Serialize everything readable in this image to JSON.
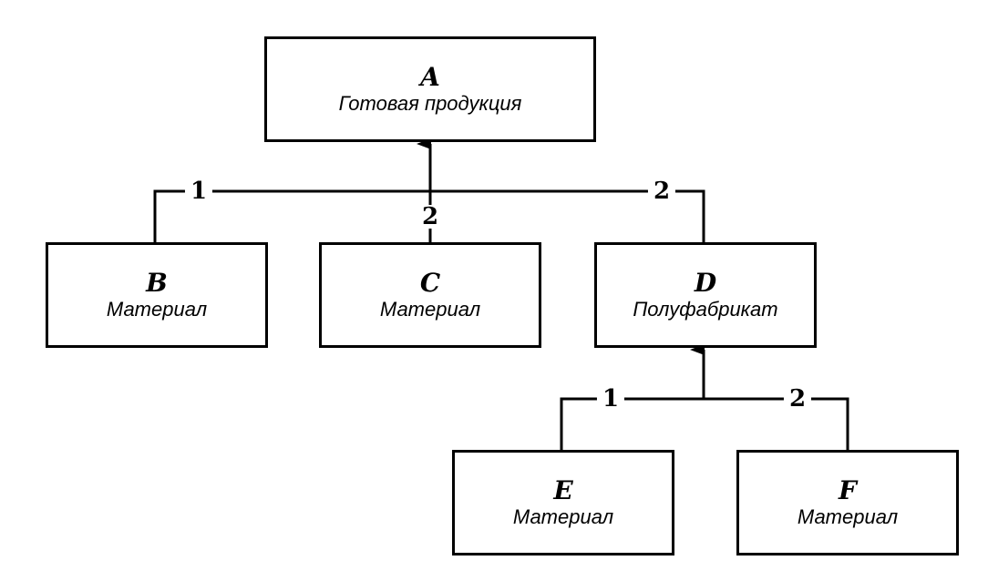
{
  "nodes": {
    "a": {
      "id": "A",
      "label": "Готовая продукция"
    },
    "b": {
      "id": "B",
      "label": "Материал"
    },
    "c": {
      "id": "C",
      "label": "Материал"
    },
    "d": {
      "id": "D",
      "label": "Полуфабрикат"
    },
    "e": {
      "id": "E",
      "label": "Материал"
    },
    "f": {
      "id": "F",
      "label": "Материал"
    }
  },
  "edges": {
    "ab": {
      "from": "B",
      "to": "A",
      "quantity": "1"
    },
    "ac": {
      "from": "C",
      "to": "A",
      "quantity": "2"
    },
    "ad": {
      "from": "D",
      "to": "A",
      "quantity": "2"
    },
    "de": {
      "from": "E",
      "to": "D",
      "quantity": "1"
    },
    "df": {
      "from": "F",
      "to": "D",
      "quantity": "2"
    }
  },
  "colors": {
    "line": "#000000",
    "background": "#ffffff"
  }
}
